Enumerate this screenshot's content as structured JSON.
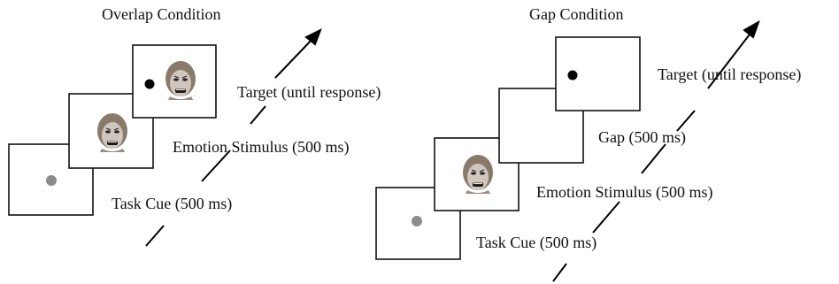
{
  "overlap": {
    "title": "Overlap Condition",
    "labels": {
      "target": "Target (until response)",
      "emotion": "Emotion Stimulus (500 ms)",
      "task_cue": "Task Cue (500 ms)"
    }
  },
  "gap": {
    "title": "Gap Condition",
    "labels": {
      "target": "Target (until response)",
      "gap": "Gap (500 ms)",
      "emotion": "Emotion Stimulus (500 ms)",
      "task_cue": "Task Cue (500 ms)"
    }
  },
  "colors": {
    "cue_dot": "#8c8c8c",
    "target_dot": "#000000"
  },
  "icons": {
    "face": "face-stimulus-icon",
    "arrow": "time-arrow-icon"
  }
}
